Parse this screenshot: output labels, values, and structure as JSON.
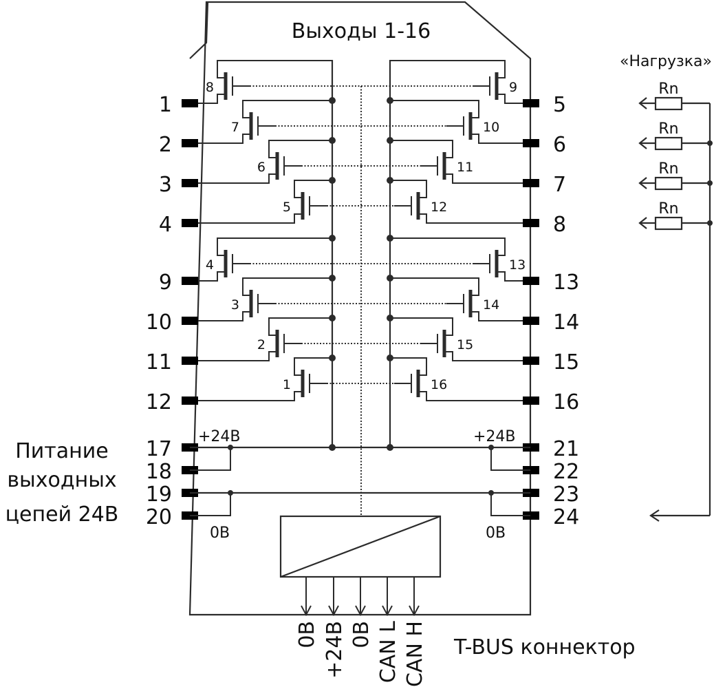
{
  "title": "Выходы 1-16",
  "load_block": {
    "title": "«Нагрузка»",
    "resistors": [
      "Rn",
      "Rn",
      "Rn",
      "Rn"
    ]
  },
  "left_pins": [
    "1",
    "2",
    "3",
    "4",
    "9",
    "10",
    "11",
    "12",
    "17",
    "18",
    "19",
    "20"
  ],
  "right_pins": [
    "5",
    "6",
    "7",
    "8",
    "13",
    "14",
    "15",
    "16",
    "21",
    "22",
    "23",
    "24"
  ],
  "left_transistors": [
    "8",
    "7",
    "6",
    "5",
    "4",
    "3",
    "2",
    "1"
  ],
  "right_transistors": [
    "9",
    "10",
    "11",
    "12",
    "13",
    "14",
    "15",
    "16"
  ],
  "power": {
    "plus_left": "+24В",
    "zero_left": "0В",
    "plus_right": "+24В",
    "zero_right": "0В",
    "caption_lines": [
      "Питание",
      "выходных",
      "цепей 24В"
    ]
  },
  "tbus": {
    "signals": [
      "0В",
      "+24В",
      "0В",
      "CAN L",
      "CAN H"
    ],
    "caption": "T-BUS коннектор"
  }
}
